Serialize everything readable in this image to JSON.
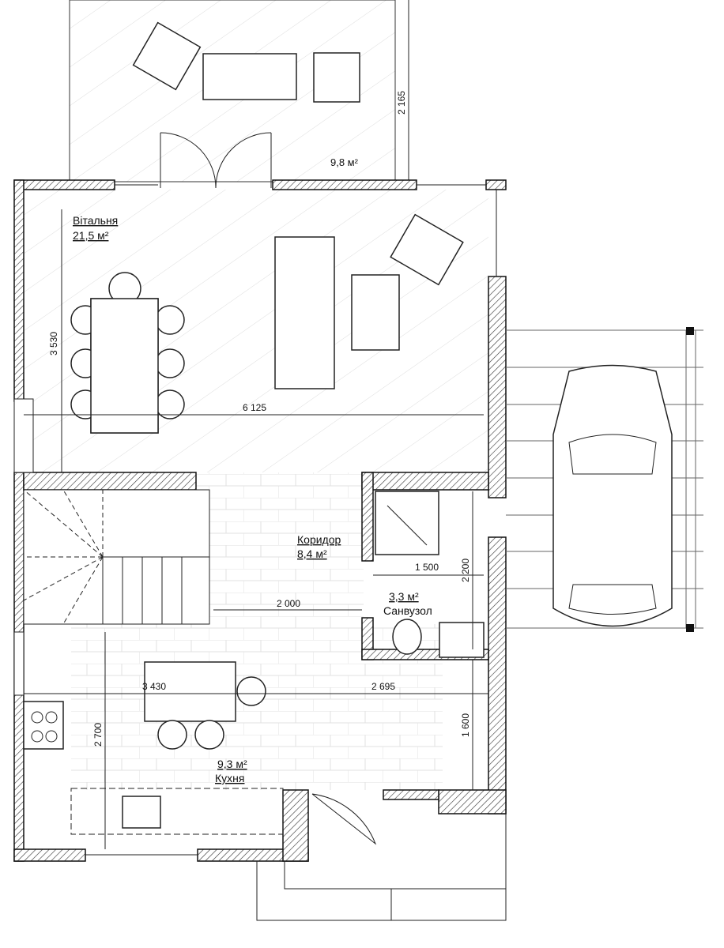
{
  "plan": {
    "terrace": {
      "area": "9,8 м²",
      "depth_dim": "2 165"
    },
    "living_room": {
      "name": "Вітальня",
      "area": "21,5 м²",
      "depth_dim": "3 530",
      "width_dim": "6 125"
    },
    "corridor": {
      "name": "Коридор",
      "area": "8,4 м²",
      "dim": "2 000"
    },
    "bathroom": {
      "name": "Санвузол",
      "area": "3,3 м²",
      "width_dim": "1 500",
      "depth_dim": "2 200"
    },
    "kitchen": {
      "name": "Кухня",
      "area": "9,3 м²",
      "width_dim": "3 430",
      "depth_dim": "2 700"
    },
    "hall": {
      "width_dim": "2 695",
      "depth_dim": "1 600"
    }
  },
  "colors": {
    "line": "#222222",
    "background": "#ffffff"
  }
}
